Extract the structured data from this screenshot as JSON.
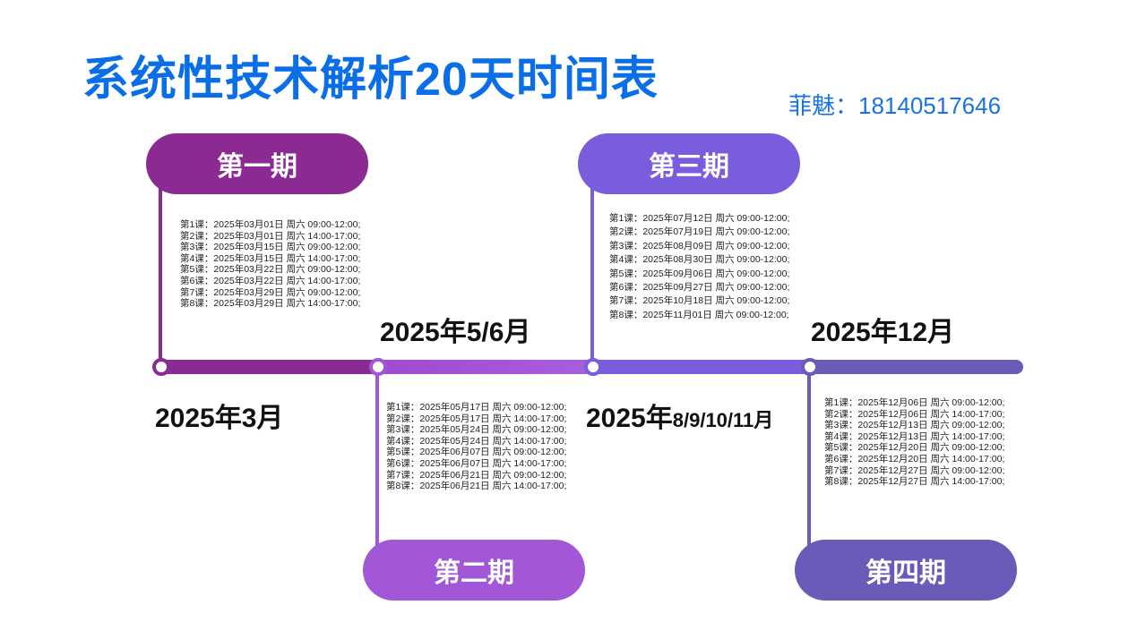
{
  "title": "系统性技术解析20天时间表",
  "contact": "菲魅：18140517646",
  "colors": {
    "title": "#0a6ee8",
    "phase1": "#8c2a94",
    "phase2": "#a157d6",
    "phase3": "#7a5ddc",
    "phase4": "#6c5ab8"
  },
  "phases": [
    {
      "label": "第一期",
      "date": "2025年3月",
      "lessons": [
        "第1课：2025年03月01日 周六 09:00-12:00;",
        "第2课：2025年03月01日 周六 14:00-17:00;",
        "第3课：2025年03月15日 周六 09:00-12:00;",
        "第4课：2025年03月15日 周六 14:00-17:00;",
        "第5课：2025年03月22日 周六 09:00-12:00;",
        "第6课：2025年03月22日 周六 14:00-17:00;",
        "第7课：2025年03月29日 周六 09:00-12:00;",
        "第8课：2025年03月29日 周六 14:00-17:00;"
      ]
    },
    {
      "label": "第二期",
      "date": "2025年5/6月",
      "lessons": [
        "第1课：2025年05月17日 周六 09:00-12:00;",
        "第2课：2025年05月17日 周六 14:00-17:00;",
        "第3课：2025年05月24日 周六 09:00-12:00;",
        "第4课：2025年05月24日 周六 14:00-17:00;",
        "第5课：2025年06月07日 周六 09:00-12:00;",
        "第6课：2025年06月07日 周六 14:00-17:00;",
        "第7课：2025年06月21日 周六 09:00-12:00;",
        "第8课：2025年06月21日 周六 14:00-17:00;"
      ]
    },
    {
      "label": "第三期",
      "date_main": "2025年",
      "date_small": "8/9/10/11月",
      "lessons": [
        "第1课：2025年07月12日 周六 09:00-12:00;",
        "第2课：2025年07月19日 周六  09:00-12:00;",
        "第3课：2025年08月09日 周六  09:00-12:00;",
        "第4课：2025年08月30日 周六  09:00-12:00;",
        "第5课：2025年09月06日 周六 09:00-12:00;",
        "第6课：2025年09月27日 周六  09:00-12:00;",
        "第7课：2025年10月18日 周六 09:00-12:00;",
        "第8课：2025年11月01日 周六  09:00-12:00;"
      ]
    },
    {
      "label": "第四期",
      "date": "2025年12月",
      "lessons": [
        "第1课：2025年12月06日 周六 09:00-12:00;",
        "第2课：2025年12月06日 周六 14:00-17:00;",
        "第3课：2025年12月13日 周六 09:00-12:00;",
        "第4课：2025年12月13日 周六 14:00-17:00;",
        "第5课：2025年12月20日 周六 09:00-12:00;",
        "第6课：2025年12月20日 周六 14:00-17:00;",
        "第7课：2025年12月27日 周六 09:00-12:00;",
        "第8课：2025年12月27日 周六 14:00-17:00;"
      ]
    }
  ]
}
